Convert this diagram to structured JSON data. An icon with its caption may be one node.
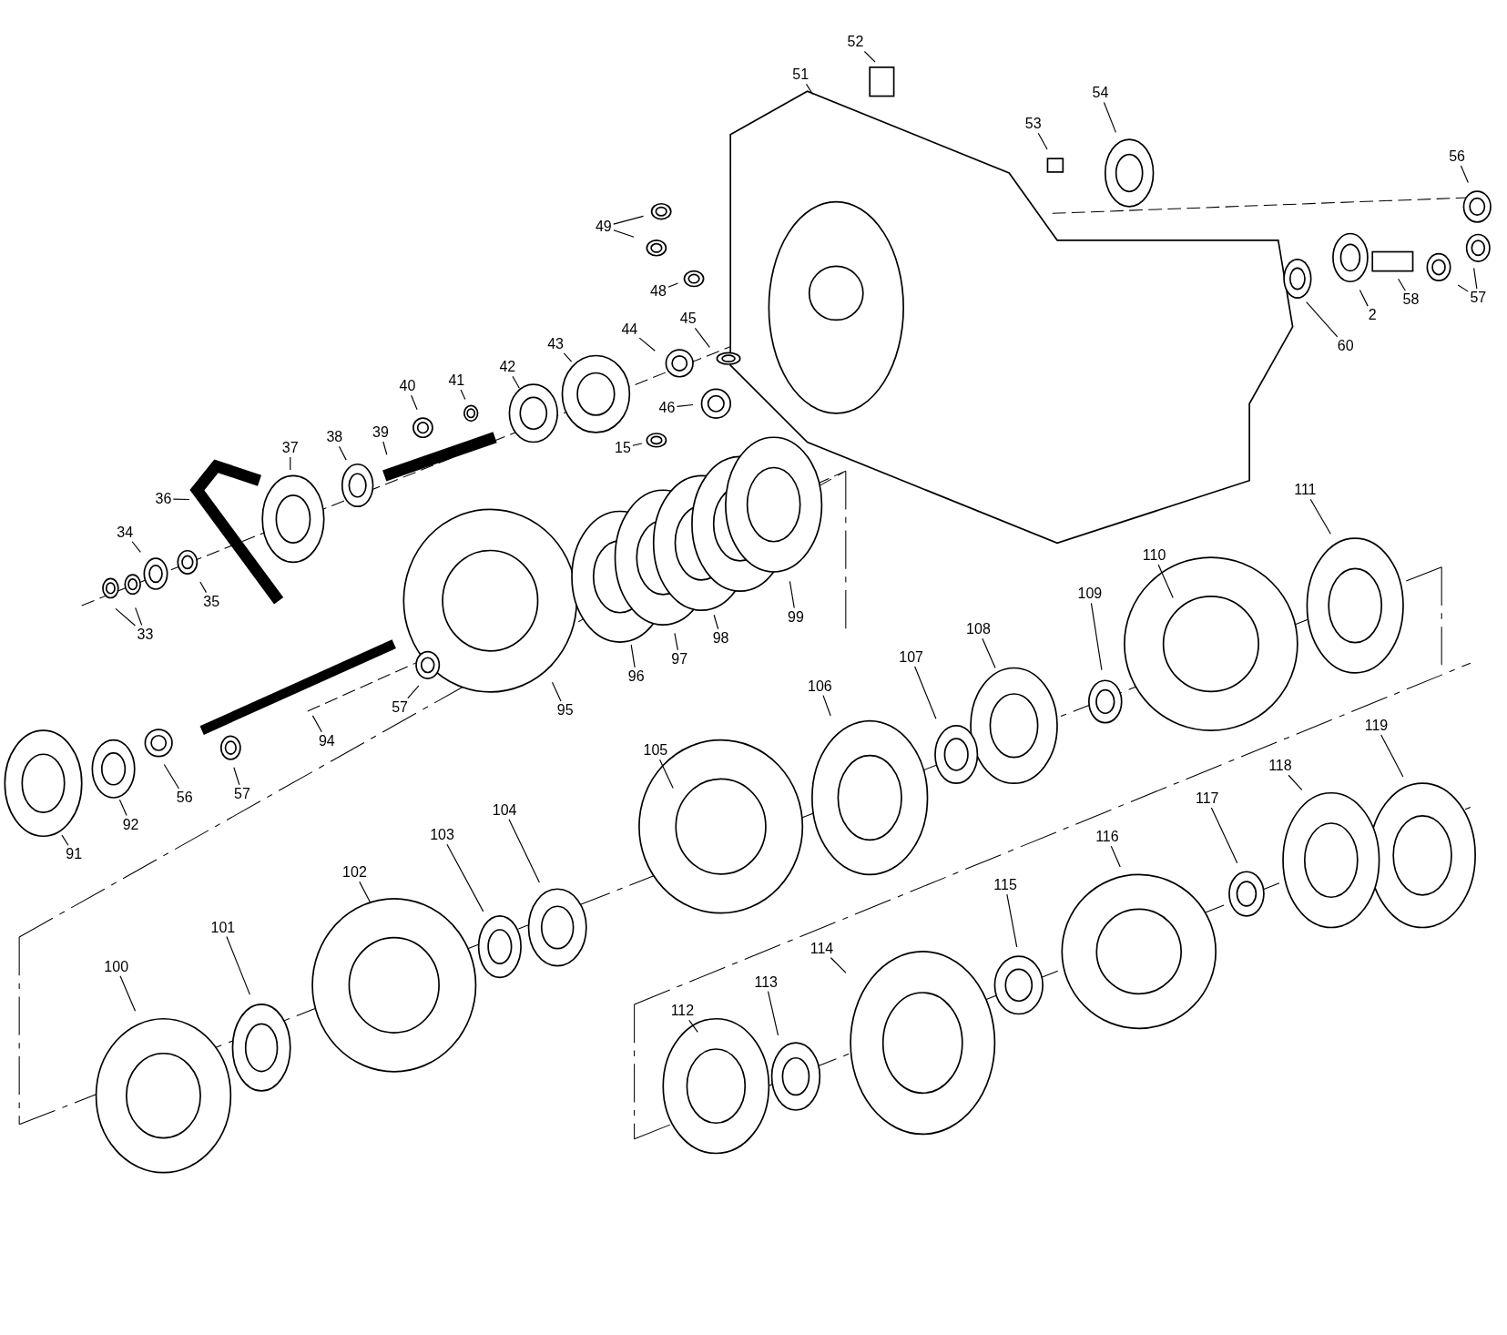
{
  "diagram": {
    "nodes": [
      {
        "text": [
          "52"
        ]
      },
      {
        "text": [
          "51"
        ]
      },
      {
        "text": [
          "53"
        ]
      },
      {
        "text": [
          "54"
        ]
      },
      {
        "text": [
          "56"
        ]
      },
      {
        "text": [
          "49"
        ]
      },
      {
        "text": [
          "48"
        ]
      },
      {
        "text": [
          "45"
        ]
      },
      {
        "text": [
          "44"
        ]
      },
      {
        "text": [
          "43"
        ]
      },
      {
        "text": [
          "46"
        ]
      },
      {
        "text": [
          "15"
        ]
      },
      {
        "text": [
          "42"
        ]
      },
      {
        "text": [
          "41"
        ]
      },
      {
        "text": [
          "40"
        ]
      },
      {
        "text": [
          "39"
        ]
      },
      {
        "text": [
          "38"
        ]
      },
      {
        "text": [
          "37"
        ]
      },
      {
        "text": [
          "36"
        ]
      },
      {
        "text": [
          "34"
        ]
      },
      {
        "text": [
          "35"
        ]
      },
      {
        "text": [
          "33"
        ]
      },
      {
        "text": [
          "2"
        ]
      },
      {
        "text": [
          "60"
        ]
      },
      {
        "text": [
          "58"
        ]
      },
      {
        "text": [
          "57"
        ]
      },
      {
        "text": [
          "111"
        ]
      },
      {
        "text": [
          "110"
        ]
      },
      {
        "text": [
          "109"
        ]
      },
      {
        "text": [
          "108"
        ]
      },
      {
        "text": [
          "107"
        ]
      },
      {
        "text": [
          "106"
        ]
      },
      {
        "text": [
          "105"
        ]
      },
      {
        "text": [
          "104"
        ]
      },
      {
        "text": [
          "103"
        ]
      },
      {
        "text": [
          "102"
        ]
      },
      {
        "text": [
          "101"
        ]
      },
      {
        "text": [
          "100"
        ]
      },
      {
        "text": [
          "99"
        ]
      },
      {
        "text": [
          "98"
        ]
      },
      {
        "text": [
          "97"
        ]
      },
      {
        "text": [
          "96"
        ]
      },
      {
        "text": [
          "95"
        ]
      },
      {
        "text": [
          "94"
        ]
      },
      {
        "text": [
          "57"
        ]
      },
      {
        "text": [
          "56"
        ]
      },
      {
        "text": [
          "92"
        ]
      },
      {
        "text": [
          "91"
        ]
      },
      {
        "text": [
          "57"
        ]
      },
      {
        "text": [
          "119"
        ]
      },
      {
        "text": [
          "118"
        ]
      },
      {
        "text": [
          "117"
        ]
      },
      {
        "text": [
          "116"
        ]
      },
      {
        "text": [
          "115"
        ]
      },
      {
        "text": [
          "114"
        ]
      },
      {
        "text": [
          "113"
        ]
      },
      {
        "text": [
          "112"
        ]
      }
    ],
    "edges": [
      {
        "from": 0,
        "to": null,
        "arrow": "none"
      },
      {
        "from": 1,
        "to": null,
        "arrow": "none"
      },
      {
        "from": 2,
        "to": null,
        "arrow": "none"
      },
      {
        "from": 3,
        "to": null,
        "arrow": "none"
      },
      {
        "from": 4,
        "to": null,
        "arrow": "none"
      },
      {
        "from": 5,
        "to": null,
        "arrow": "none"
      },
      {
        "from": 5,
        "to": null,
        "arrow": "none"
      },
      {
        "from": 6,
        "to": null,
        "arrow": "none"
      },
      {
        "from": 7,
        "to": null,
        "arrow": "none"
      },
      {
        "from": 8,
        "to": null,
        "arrow": "none"
      },
      {
        "from": 9,
        "to": null,
        "arrow": "none"
      },
      {
        "from": 10,
        "to": null,
        "arrow": "none"
      },
      {
        "from": 11,
        "to": null,
        "arrow": "none"
      },
      {
        "from": 12,
        "to": null,
        "arrow": "none"
      },
      {
        "from": 13,
        "to": null,
        "arrow": "none"
      },
      {
        "from": 14,
        "to": null,
        "arrow": "none"
      },
      {
        "from": 15,
        "to": null,
        "arrow": "none"
      },
      {
        "from": 16,
        "to": null,
        "arrow": "none"
      },
      {
        "from": 17,
        "to": null,
        "arrow": "none"
      },
      {
        "from": 18,
        "to": null,
        "arrow": "none"
      },
      {
        "from": 19,
        "to": null,
        "arrow": "none"
      },
      {
        "from": 20,
        "to": null,
        "arrow": "none"
      },
      {
        "from": 21,
        "to": null,
        "arrow": "none"
      },
      {
        "from": 21,
        "to": null,
        "arrow": "none"
      },
      {
        "from": 22,
        "to": null,
        "arrow": "none"
      },
      {
        "from": 23,
        "to": null,
        "arrow": "none"
      },
      {
        "from": 24,
        "to": null,
        "arrow": "none"
      },
      {
        "from": 25,
        "to": null,
        "arrow": "none"
      },
      {
        "from": 25,
        "to": null,
        "arrow": "none"
      },
      {
        "from": 26,
        "to": null,
        "arrow": "none"
      },
      {
        "from": 27,
        "to": null,
        "arrow": "none"
      },
      {
        "from": 28,
        "to": null,
        "arrow": "none"
      },
      {
        "from": 29,
        "to": null,
        "arrow": "none"
      },
      {
        "from": 30,
        "to": null,
        "arrow": "none"
      },
      {
        "from": 31,
        "to": null,
        "arrow": "none"
      },
      {
        "from": 32,
        "to": null,
        "arrow": "none"
      },
      {
        "from": 33,
        "to": null,
        "arrow": "none"
      },
      {
        "from": 34,
        "to": null,
        "arrow": "none"
      },
      {
        "from": 35,
        "to": null,
        "arrow": "none"
      },
      {
        "from": 36,
        "to": null,
        "arrow": "none"
      },
      {
        "from": 37,
        "to": null,
        "arrow": "none"
      },
      {
        "from": 38,
        "to": null,
        "arrow": "none"
      },
      {
        "from": 39,
        "to": null,
        "arrow": "none"
      },
      {
        "from": 40,
        "to": null,
        "arrow": "none"
      },
      {
        "from": 41,
        "to": null,
        "arrow": "none"
      },
      {
        "from": 42,
        "to": null,
        "arrow": "none"
      },
      {
        "from": 43,
        "to": null,
        "arrow": "none"
      },
      {
        "from": 44,
        "to": null,
        "arrow": "none"
      },
      {
        "from": 45,
        "to": null,
        "arrow": "none"
      },
      {
        "from": 46,
        "to": null,
        "arrow": "none"
      },
      {
        "from": 47,
        "to": null,
        "arrow": "none"
      },
      {
        "from": 48,
        "to": null,
        "arrow": "none"
      },
      {
        "from": 49,
        "to": null,
        "arrow": "none"
      },
      {
        "from": 50,
        "to": null,
        "arrow": "none"
      },
      {
        "from": 51,
        "to": null,
        "arrow": "none"
      },
      {
        "from": 52,
        "to": null,
        "arrow": "none"
      },
      {
        "from": 53,
        "to": null,
        "arrow": "none"
      },
      {
        "from": 54,
        "to": null,
        "arrow": "none"
      },
      {
        "from": 55,
        "to": null,
        "arrow": "none"
      },
      {
        "from": 56,
        "to": null,
        "arrow": "none"
      }
    ]
  }
}
